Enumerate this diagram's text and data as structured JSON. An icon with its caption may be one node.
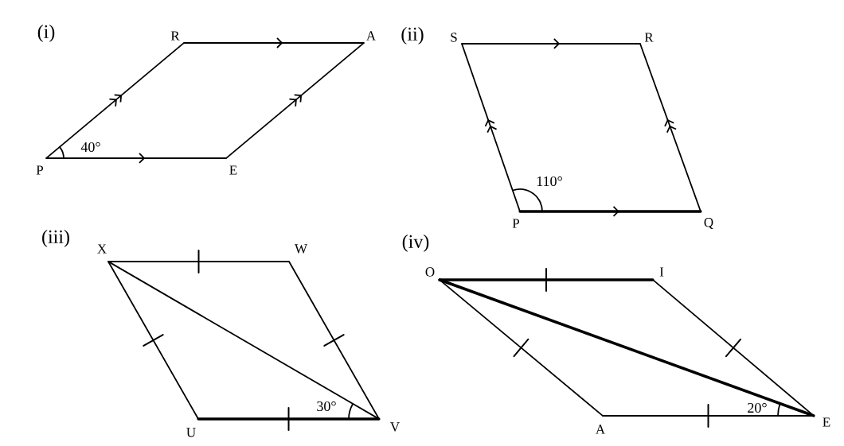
{
  "diagram": {
    "nodes": [
      {
        "text": [
          "P"
        ]
      },
      {
        "text": [
          "R"
        ]
      },
      {
        "text": [
          "A"
        ]
      },
      {
        "text": [
          "E"
        ]
      },
      {
        "text": [
          "S"
        ]
      },
      {
        "text": [
          "R"
        ]
      },
      {
        "text": [
          "P"
        ]
      },
      {
        "text": [
          "Q"
        ]
      },
      {
        "text": [
          "X"
        ]
      },
      {
        "text": [
          "W"
        ]
      },
      {
        "text": [
          "U"
        ]
      },
      {
        "text": [
          "V"
        ]
      },
      {
        "text": [
          "O"
        ]
      },
      {
        "text": [
          "I"
        ]
      },
      {
        "text": [
          "A"
        ]
      },
      {
        "text": [
          "E"
        ]
      }
    ],
    "edges": [
      {
        "from": 0,
        "to": 1,
        "arrow": "to"
      },
      {
        "from": 1,
        "to": 2,
        "arrow": "to"
      },
      {
        "from": 3,
        "to": 2,
        "arrow": "to"
      },
      {
        "from": 0,
        "to": 3,
        "arrow": "to"
      },
      {
        "from": 4,
        "to": 5,
        "arrow": "to"
      },
      {
        "from": 6,
        "to": 4,
        "arrow": "to"
      },
      {
        "from": 7,
        "to": 5,
        "arrow": "to"
      },
      {
        "from": 6,
        "to": 7,
        "arrow": "to",
        "style": "thick"
      },
      {
        "from": 8,
        "to": 9,
        "arrow": "none"
      },
      {
        "from": 9,
        "to": 11,
        "arrow": "none"
      },
      {
        "from": 10,
        "to": 11,
        "arrow": "none",
        "style": "thick"
      },
      {
        "from": 8,
        "to": 10,
        "arrow": "none"
      },
      {
        "from": 8,
        "to": 11,
        "arrow": "none"
      },
      {
        "from": 12,
        "to": 13,
        "arrow": "none",
        "style": "thick"
      },
      {
        "from": 13,
        "to": 15,
        "arrow": "none"
      },
      {
        "from": 14,
        "to": 15,
        "arrow": "none"
      },
      {
        "from": 12,
        "to": 14,
        "arrow": "none"
      },
      {
        "from": 12,
        "to": 15,
        "arrow": "none",
        "style": "thick"
      }
    ],
    "labels": [
      "(i)",
      "(ii)",
      "(iii)",
      "(iv)",
      "40°",
      "110°",
      "30°",
      "20°"
    ]
  }
}
